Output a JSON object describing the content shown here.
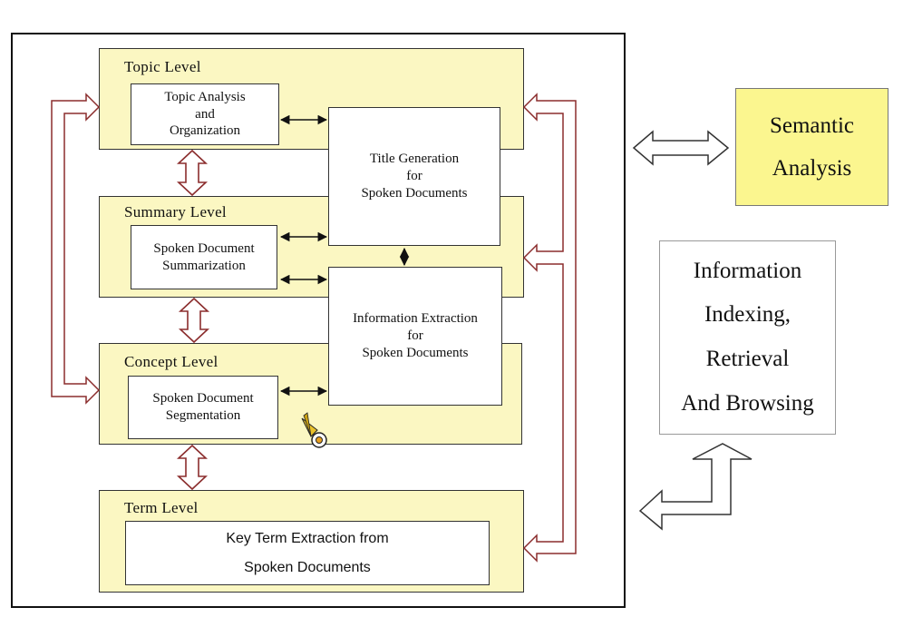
{
  "levels": {
    "topic": "Topic Level",
    "summary": "Summary Level",
    "concept": "Concept Level",
    "term": "Term Level"
  },
  "boxes": {
    "topic_analysis": [
      "Topic Analysis",
      "and",
      "Organization"
    ],
    "title_generation": [
      "Title Generation",
      "for",
      "Spoken Documents"
    ],
    "summarization": [
      "Spoken Document",
      "Summarization"
    ],
    "info_extraction": [
      "Information Extraction",
      "for",
      "Spoken Documents"
    ],
    "segmentation": [
      "Spoken Document",
      "Segmentation"
    ],
    "key_term": [
      "Key Term Extraction from",
      "Spoken Documents"
    ]
  },
  "side": {
    "semantic": [
      "Semantic",
      "Analysis"
    ],
    "information": [
      "Information",
      "Indexing,",
      "Retrieval",
      "And Browsing"
    ]
  },
  "colors": {
    "level_fill": "#fbf7c2",
    "semantic_fill": "#fbf68f",
    "arrow_outline": "#8b2d2d"
  }
}
